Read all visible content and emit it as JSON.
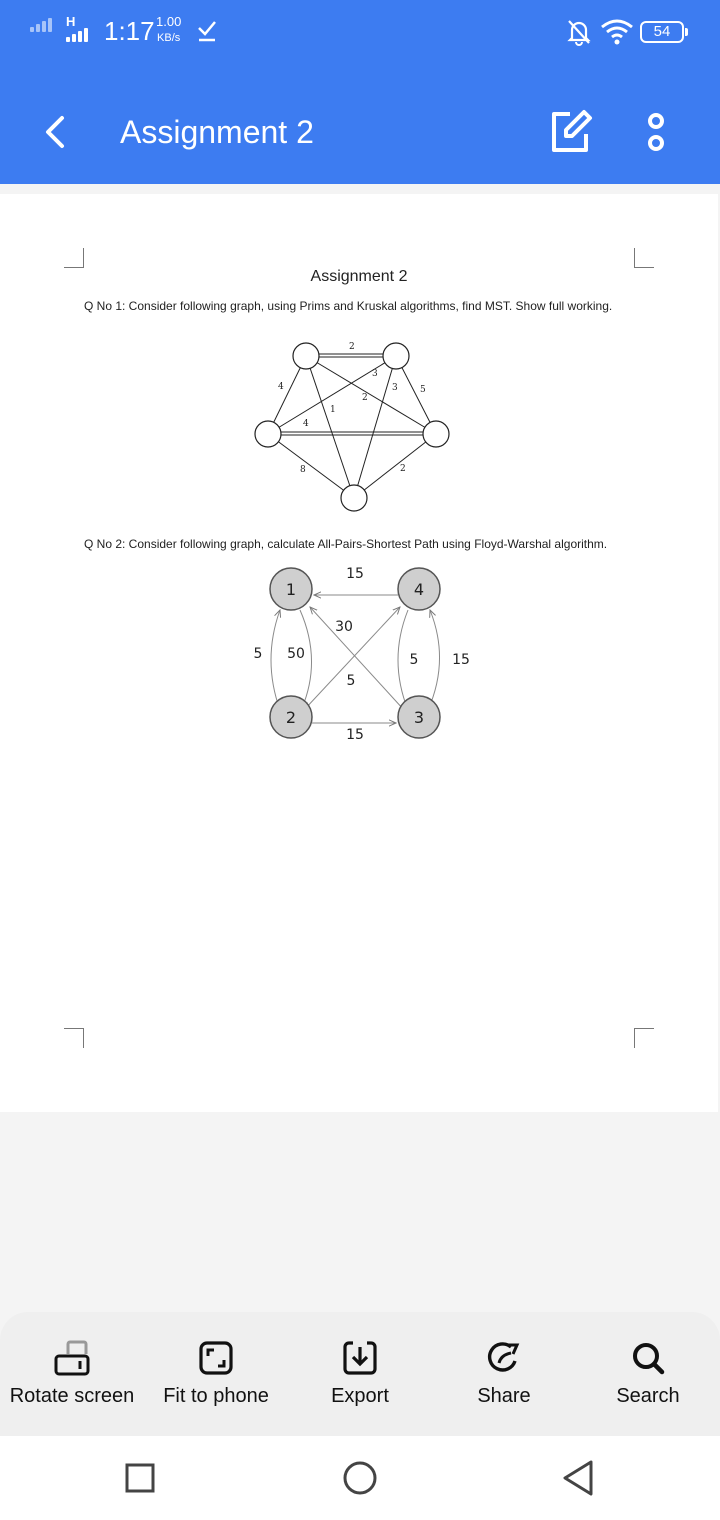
{
  "status_bar": {
    "network_type": "H",
    "time": "1:17",
    "speed_value": "1.00",
    "speed_unit": "KB/s",
    "battery": "54"
  },
  "app_bar": {
    "title": "Assignment 2",
    "icons": [
      "back-arrow-icon",
      "edit-icon",
      "more-vert-icon"
    ],
    "accent_color": "#3d7cf1"
  },
  "document": {
    "title": "Assignment 2",
    "q1": "Q No 1: Consider following graph, using Prims and Kruskal algorithms, find MST. Show full working.",
    "q2": "Q No 2: Consider following graph, calculate All-Pairs-Shortest Path using Floyd-Warshal algorithm.",
    "graph1_edge_weights": [
      "2",
      "3",
      "4",
      "3",
      "5",
      "2",
      "1",
      "4",
      "8",
      "2"
    ],
    "graph2": {
      "nodes": [
        "1",
        "4",
        "2",
        "3"
      ],
      "edge_weights": [
        "15",
        "30",
        "5",
        "50",
        "5",
        "5",
        "15",
        "15"
      ]
    }
  },
  "toolbar": {
    "items": [
      {
        "label": "Rotate screen",
        "icon": "rotate-screen-icon"
      },
      {
        "label": "Fit to phone",
        "icon": "fit-to-phone-icon"
      },
      {
        "label": "Export",
        "icon": "export-icon"
      },
      {
        "label": "Share",
        "icon": "share-icon"
      },
      {
        "label": "Search",
        "icon": "search-icon"
      }
    ]
  },
  "nav_bar": {
    "icons": [
      "recent-apps-icon",
      "home-icon",
      "back-icon"
    ]
  }
}
